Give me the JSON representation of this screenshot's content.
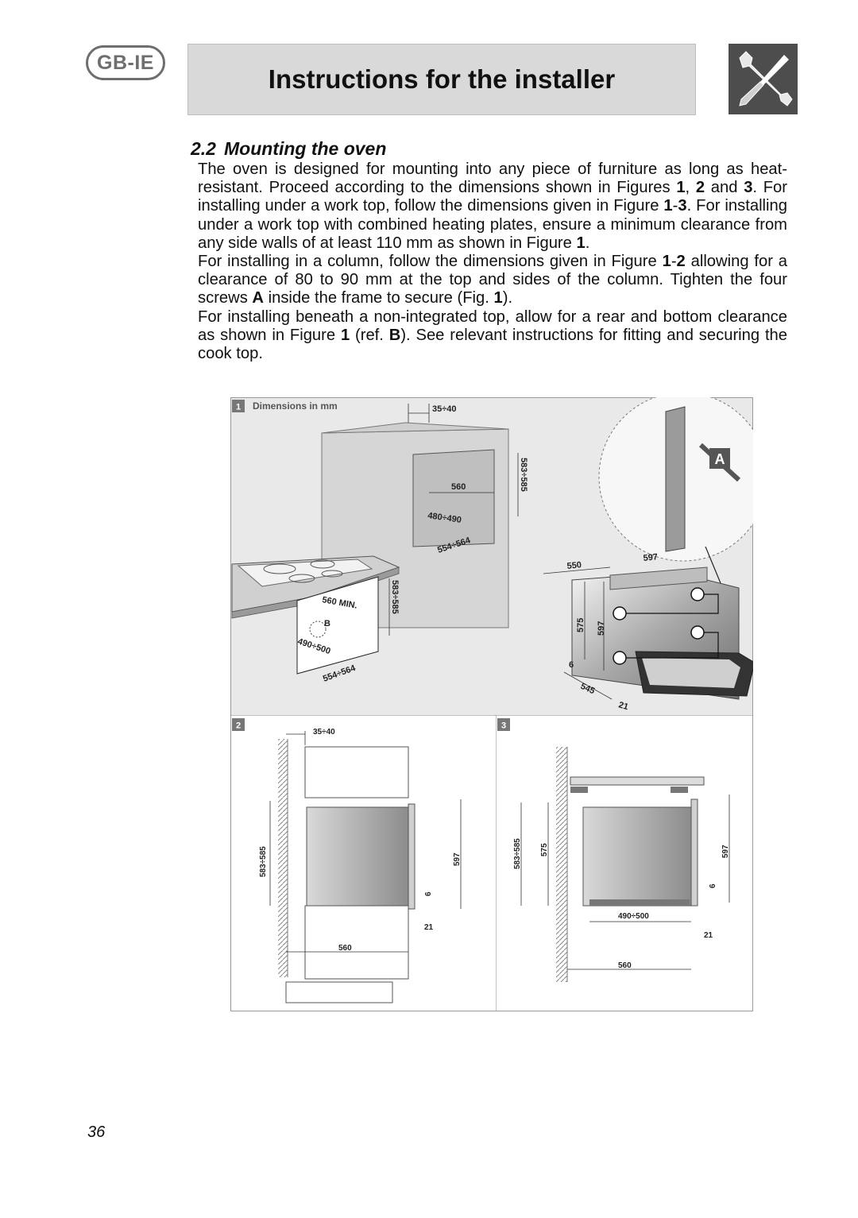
{
  "header": {
    "language_badge": "GB-IE",
    "title": "Instructions for the installer",
    "icon": "tools-icon"
  },
  "section": {
    "number": "2.2",
    "title": "Mounting the oven"
  },
  "paragraphs": [
    [
      {
        "t": "The oven is designed for mounting into any piece of furniture as long as heat-resistant. Proceed according to the dimensions shown in Figures "
      },
      {
        "t": "1",
        "b": true
      },
      {
        "t": ", "
      },
      {
        "t": "2",
        "b": true
      },
      {
        "t": " and "
      },
      {
        "t": "3",
        "b": true
      },
      {
        "t": ". For installing under a work top, follow the dimensions given in Figure "
      },
      {
        "t": "1",
        "b": true
      },
      {
        "t": "-"
      },
      {
        "t": "3",
        "b": true
      },
      {
        "t": ". For installing under a work top with combined heating plates, ensure a minimum clearance from any side walls of at least 110 mm as shown in Figure "
      },
      {
        "t": "1",
        "b": true
      },
      {
        "t": "."
      }
    ],
    [
      {
        "t": "For installing in a column, follow the dimensions given in Figure "
      },
      {
        "t": "1",
        "b": true
      },
      {
        "t": "-"
      },
      {
        "t": "2",
        "b": true
      },
      {
        "t": " allowing for a clearance of 80 to 90 mm at the top and sides of the column. Tighten the four screws "
      },
      {
        "t": "A",
        "b": true
      },
      {
        "t": " inside the frame to secure (Fig. "
      },
      {
        "t": "1",
        "b": true
      },
      {
        "t": ")."
      }
    ],
    [
      {
        "t": "For installing beneath a non-integrated top, allow for a rear and bottom clearance as shown in Figure "
      },
      {
        "t": "1",
        "b": true
      },
      {
        "t": " (ref. "
      },
      {
        "t": "B",
        "b": true
      },
      {
        "t": "). See relevant instructions for fitting and securing the cook top."
      }
    ]
  ],
  "figure": {
    "fig1": {
      "number": "1",
      "caption": "Dimensions in mm",
      "dim_top_gap": "35÷40",
      "dim_niche_height": "583÷585",
      "dim_niche_width": "560",
      "dim_niche_depth": "480÷490",
      "dim_niche_width_range": "554÷564",
      "dim_worktop_min": "560 MIN.",
      "dim_worktop_height": "583÷585",
      "dim_worktop_depth": "490÷500",
      "dim_worktop_width": "554÷564",
      "ref_b": "B",
      "ref_a": "A",
      "oven_depth": "550",
      "oven_width": "597",
      "oven_body_height": "575",
      "oven_front_height": "597",
      "oven_offset": "6",
      "oven_body_width": "545",
      "oven_front_depth": "21"
    },
    "fig2": {
      "number": "2",
      "dim_top": "35÷40",
      "dim_niche_height": "583÷585",
      "dim_front_height": "597",
      "dim_offset": "6",
      "dim_front": "21",
      "dim_depth": "560"
    },
    "fig3": {
      "number": "3",
      "dim_niche_height": "583÷585",
      "dim_body_height": "575",
      "dim_front_height": "597",
      "dim_offset": "6",
      "dim_bottom": "490÷500",
      "dim_front": "21",
      "dim_depth": "560"
    }
  },
  "page_number": "36"
}
